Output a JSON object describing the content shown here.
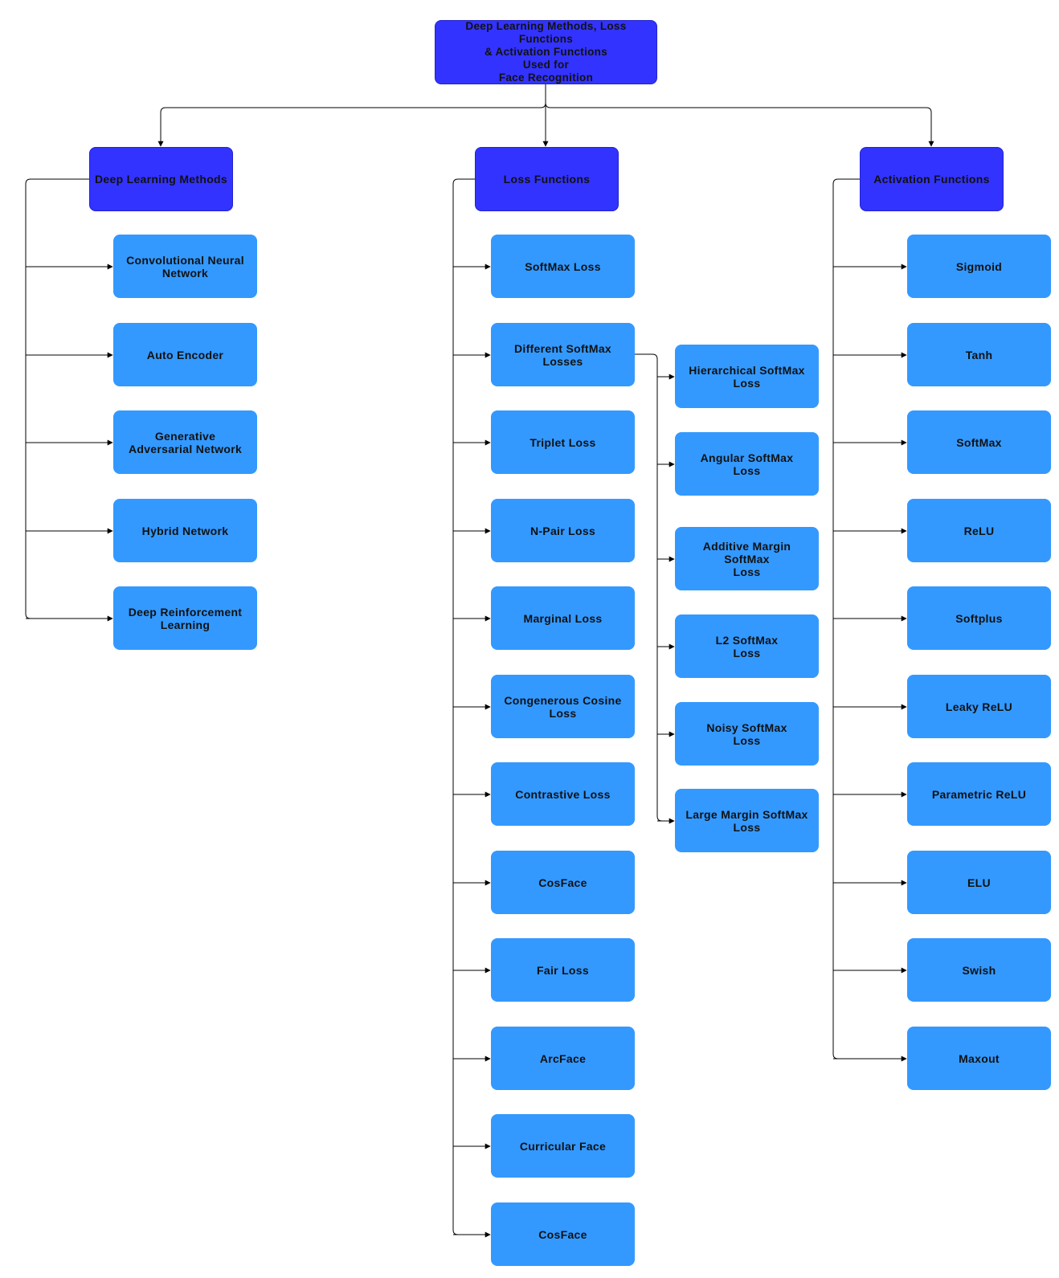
{
  "root": {
    "label": "Deep Learning Methods, Loss Functions\n& Activation Functions\nUsed for\nFace Recognition"
  },
  "categories": [
    {
      "label": "Deep Learning Methods",
      "items": [
        "Convolutional Neural\nNetwork",
        "Auto Encoder",
        "Generative\nAdversarial Network",
        "Hybrid Network",
        "Deep Reinforcement\nLearning"
      ]
    },
    {
      "label": "Loss Functions",
      "items": [
        "SoftMax Loss",
        "Different SoftMax\nLosses",
        "Triplet Loss",
        "N-Pair Loss",
        "Marginal Loss",
        "Congenerous Cosine\nLoss",
        "Contrastive Loss",
        "CosFace",
        "Fair Loss",
        "ArcFace",
        "Curricular Face",
        "CosFace"
      ],
      "sub_items": [
        "Hierarchical SoftMax\nLoss",
        "Angular SoftMax\nLoss",
        "Additive Margin SoftMax\nLoss",
        "L2 SoftMax\nLoss",
        "Noisy SoftMax\nLoss",
        "Large Margin SoftMax\nLoss"
      ]
    },
    {
      "label": "Activation Functions",
      "items": [
        "Sigmoid",
        "Tanh",
        "SoftMax",
        "ReLU",
        "Softplus",
        "Leaky ReLU",
        "Parametric ReLU",
        "ELU",
        "Swish",
        "Maxout"
      ]
    }
  ],
  "colors": {
    "root_fill": "#3333ff",
    "heading_fill": "#3333ff",
    "node_fill": "#3399ff",
    "connector": "#000000"
  }
}
